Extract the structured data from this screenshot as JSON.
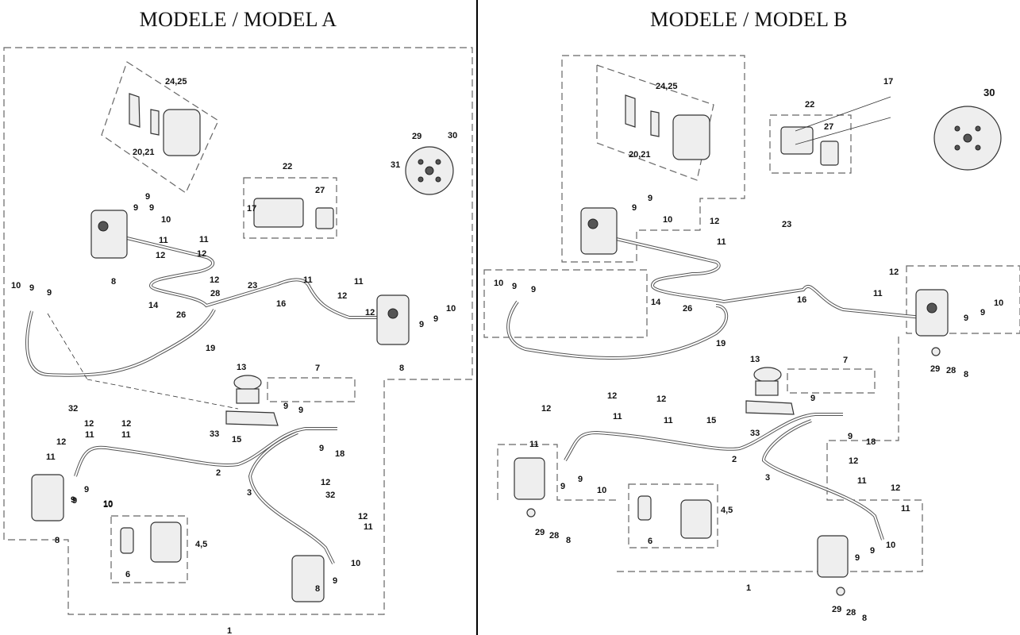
{
  "model_a": {
    "title": "MODELE / MODEL A",
    "callouts": [
      "24,25",
      "20,21",
      "29",
      "30",
      "31",
      "22",
      "27",
      "17",
      "9",
      "9",
      "9",
      "10",
      "11",
      "12",
      "11",
      "12",
      "8",
      "12",
      "28",
      "14",
      "23",
      "16",
      "11",
      "11",
      "12",
      "12",
      "10",
      "9",
      "9",
      "26",
      "9",
      "9",
      "10",
      "19",
      "8",
      "13",
      "7",
      "32",
      "12",
      "12",
      "12",
      "11",
      "11",
      "11",
      "33",
      "15",
      "9",
      "9",
      "9",
      "18",
      "2",
      "3",
      "9",
      "9",
      "10",
      "12",
      "32",
      "12",
      "11",
      "9",
      "10",
      "8",
      "4,5",
      "6",
      "9",
      "10",
      "8",
      "1"
    ]
  },
  "model_b": {
    "title": "MODELE / MODEL B",
    "callouts": [
      "24,25",
      "20,21",
      "17",
      "22",
      "27",
      "30",
      "9",
      "9",
      "10",
      "12",
      "23",
      "11",
      "12",
      "10",
      "9",
      "9",
      "14",
      "26",
      "16",
      "11",
      "10",
      "9",
      "9",
      "19",
      "13",
      "7",
      "29",
      "28",
      "8",
      "12",
      "12",
      "12",
      "11",
      "11",
      "15",
      "33",
      "9",
      "9",
      "18",
      "11",
      "2",
      "3",
      "12",
      "11",
      "12",
      "9",
      "9",
      "10",
      "29",
      "28",
      "8",
      "4,5",
      "6",
      "11",
      "10",
      "9",
      "9",
      "1",
      "29",
      "28",
      "8"
    ]
  }
}
